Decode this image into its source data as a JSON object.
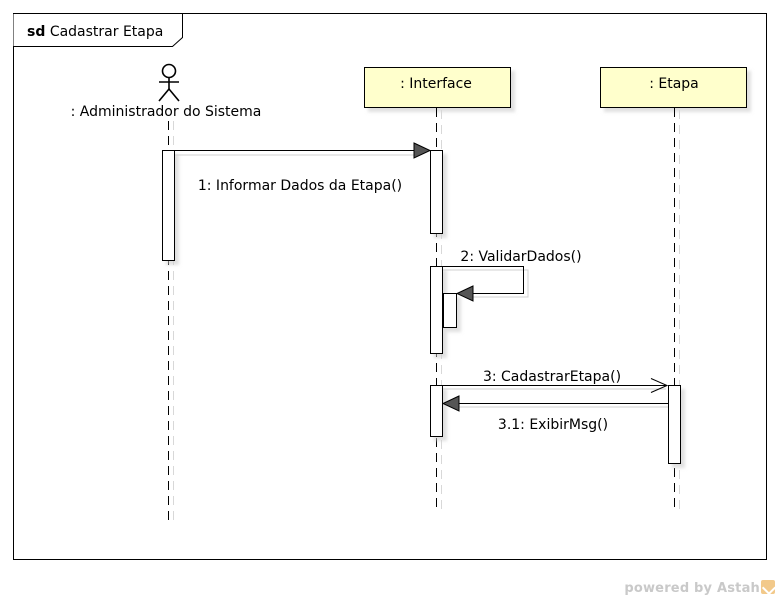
{
  "diagram": {
    "kind": "sd",
    "title": "Cadastrar Etapa",
    "actor": {
      "name": ": Administrador do Sistema"
    },
    "lifelines": [
      {
        "name": ": Interface"
      },
      {
        "name": ": Etapa"
      }
    ],
    "messages": [
      {
        "label": "1: Informar Dados da Etapa()",
        "from": "actor",
        "to": "Interface"
      },
      {
        "label": "2: ValidarDados()",
        "from": "Interface",
        "to": "Interface"
      },
      {
        "label": "3: CadastrarEtapa()",
        "from": "Interface",
        "to": "Etapa"
      },
      {
        "label": "3.1: ExibirMsg()",
        "from": "Etapa",
        "to": "Interface"
      }
    ],
    "colors": {
      "lifeline_fill": "#ffffcc",
      "border": "#000000"
    }
  },
  "footer": {
    "text": "powered by Astah"
  }
}
